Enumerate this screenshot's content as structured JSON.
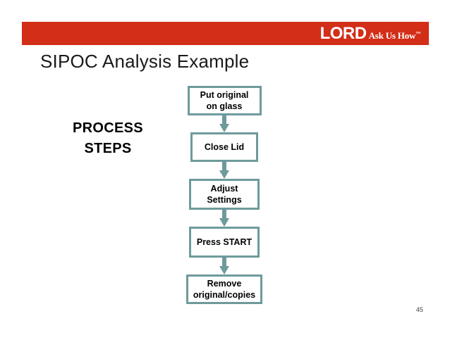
{
  "slide": {
    "title": "SIPOC Analysis Example",
    "number": "45",
    "background_color": "#FFFFFF"
  },
  "header": {
    "band_color": "#D22E18",
    "logo": {
      "brand": "LORD",
      "tagline": "Ask Us How",
      "trademark": "™"
    }
  },
  "process": {
    "label_line1": "PROCESS",
    "label_line2": "STEPS"
  },
  "flow": {
    "box_border_color": "#6E9A9B",
    "box_fill_color": "#FFFFFF",
    "arrow_color": "#6E9A9B",
    "steps": [
      {
        "text": "Put original on glass"
      },
      {
        "text": "Close Lid"
      },
      {
        "text": "Adjust Settings"
      },
      {
        "text": "Press START"
      },
      {
        "text": "Remove original/copies"
      }
    ]
  }
}
